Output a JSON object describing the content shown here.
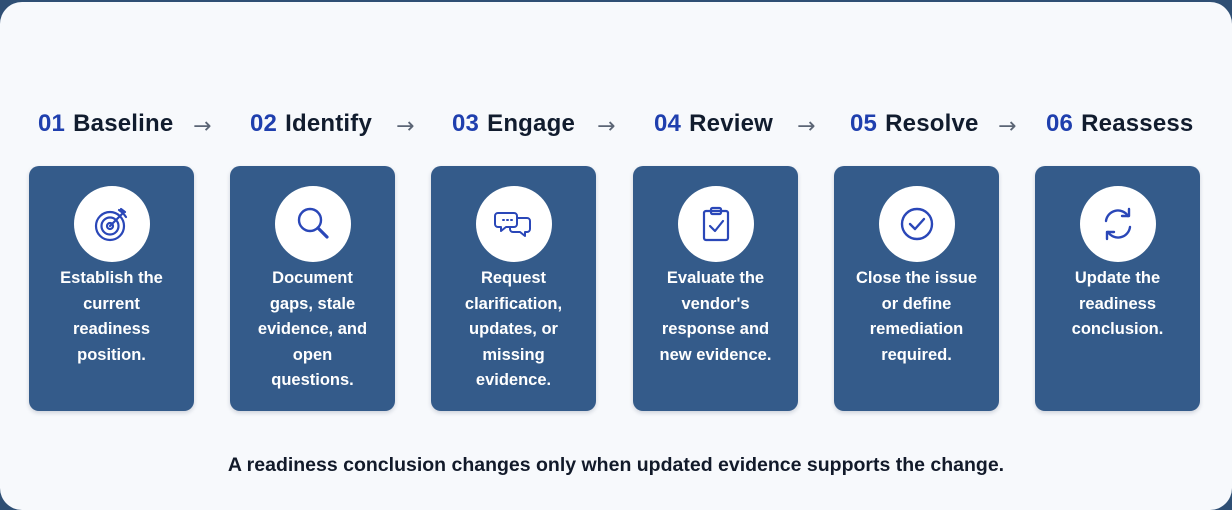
{
  "steps": [
    {
      "num": "01",
      "title": "Baseline",
      "icon": "target-icon",
      "desc_lines": [
        "Establish the",
        "current",
        "readiness",
        "position."
      ]
    },
    {
      "num": "02",
      "title": "Identify",
      "icon": "magnifier-icon",
      "desc_lines": [
        "Document",
        "gaps, stale",
        "evidence, and",
        "open",
        "questions."
      ]
    },
    {
      "num": "03",
      "title": "Engage",
      "icon": "chat-bubbles-icon",
      "desc_lines": [
        "Request",
        "clarification,",
        "updates, or",
        "missing",
        "evidence."
      ]
    },
    {
      "num": "04",
      "title": "Review",
      "icon": "clipboard-check-icon",
      "desc_lines": [
        "Evaluate the",
        "vendor's",
        "response and",
        "new evidence."
      ]
    },
    {
      "num": "05",
      "title": "Resolve",
      "icon": "check-circle-icon",
      "desc_lines": [
        "Close the issue",
        "or define",
        "remediation",
        "required."
      ]
    },
    {
      "num": "06",
      "title": "Reassess",
      "icon": "refresh-icon",
      "desc_lines": [
        "Update the",
        "readiness",
        "conclusion."
      ]
    }
  ],
  "arrow_glyph": "→",
  "footer": "A readiness conclusion changes only when updated evidence supports the change.",
  "colors": {
    "accent": "#1f3fae",
    "card": "#345b8a",
    "icon": "#2a47b8"
  }
}
